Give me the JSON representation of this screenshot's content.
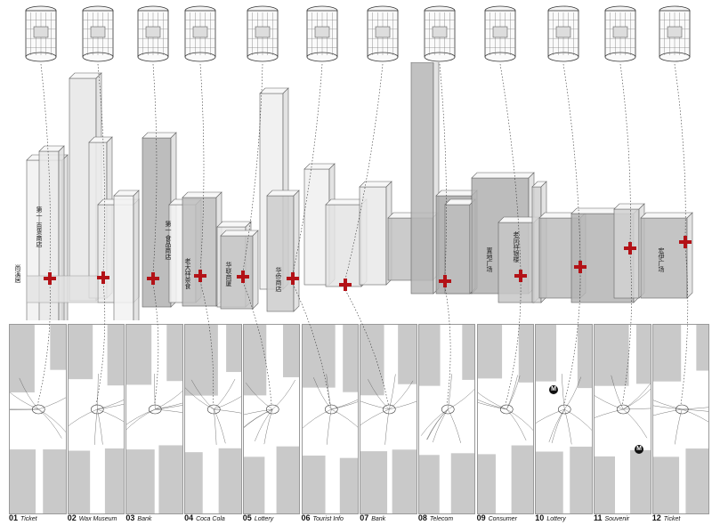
{
  "panels": [
    {
      "num": "01",
      "name": "Ticket"
    },
    {
      "num": "02",
      "name": "Wax Museum"
    },
    {
      "num": "03",
      "name": "Bank"
    },
    {
      "num": "04",
      "name": "Coca Cola"
    },
    {
      "num": "05",
      "name": "Lottery"
    },
    {
      "num": "06",
      "name": "Tourist Info"
    },
    {
      "num": "07",
      "name": "Bank"
    },
    {
      "num": "08",
      "name": "Telecom"
    },
    {
      "num": "09",
      "name": "Consumer"
    },
    {
      "num": "10",
      "name": "Lottery"
    },
    {
      "num": "11",
      "name": "Souvenir"
    },
    {
      "num": "12",
      "name": "Ticket"
    }
  ],
  "building_labels": {
    "b1": "百货商店",
    "b1_prefix": "第一",
    "b0": "尚溪居",
    "b3": "食品商店",
    "b3_prefix": "第一",
    "b4": "老大祥茶食",
    "b5": "华联商厦",
    "b6": "华侨商店",
    "b9a": "置地广场",
    "b9b": "老凤祥银楼",
    "b12": "宏伊广场"
  },
  "metro_symbol": "M",
  "colors": {
    "marker": "#b31217",
    "map_block": "#c9c9c9",
    "building_dark": "#a8a8a8",
    "building_light": "#eeeeee"
  }
}
